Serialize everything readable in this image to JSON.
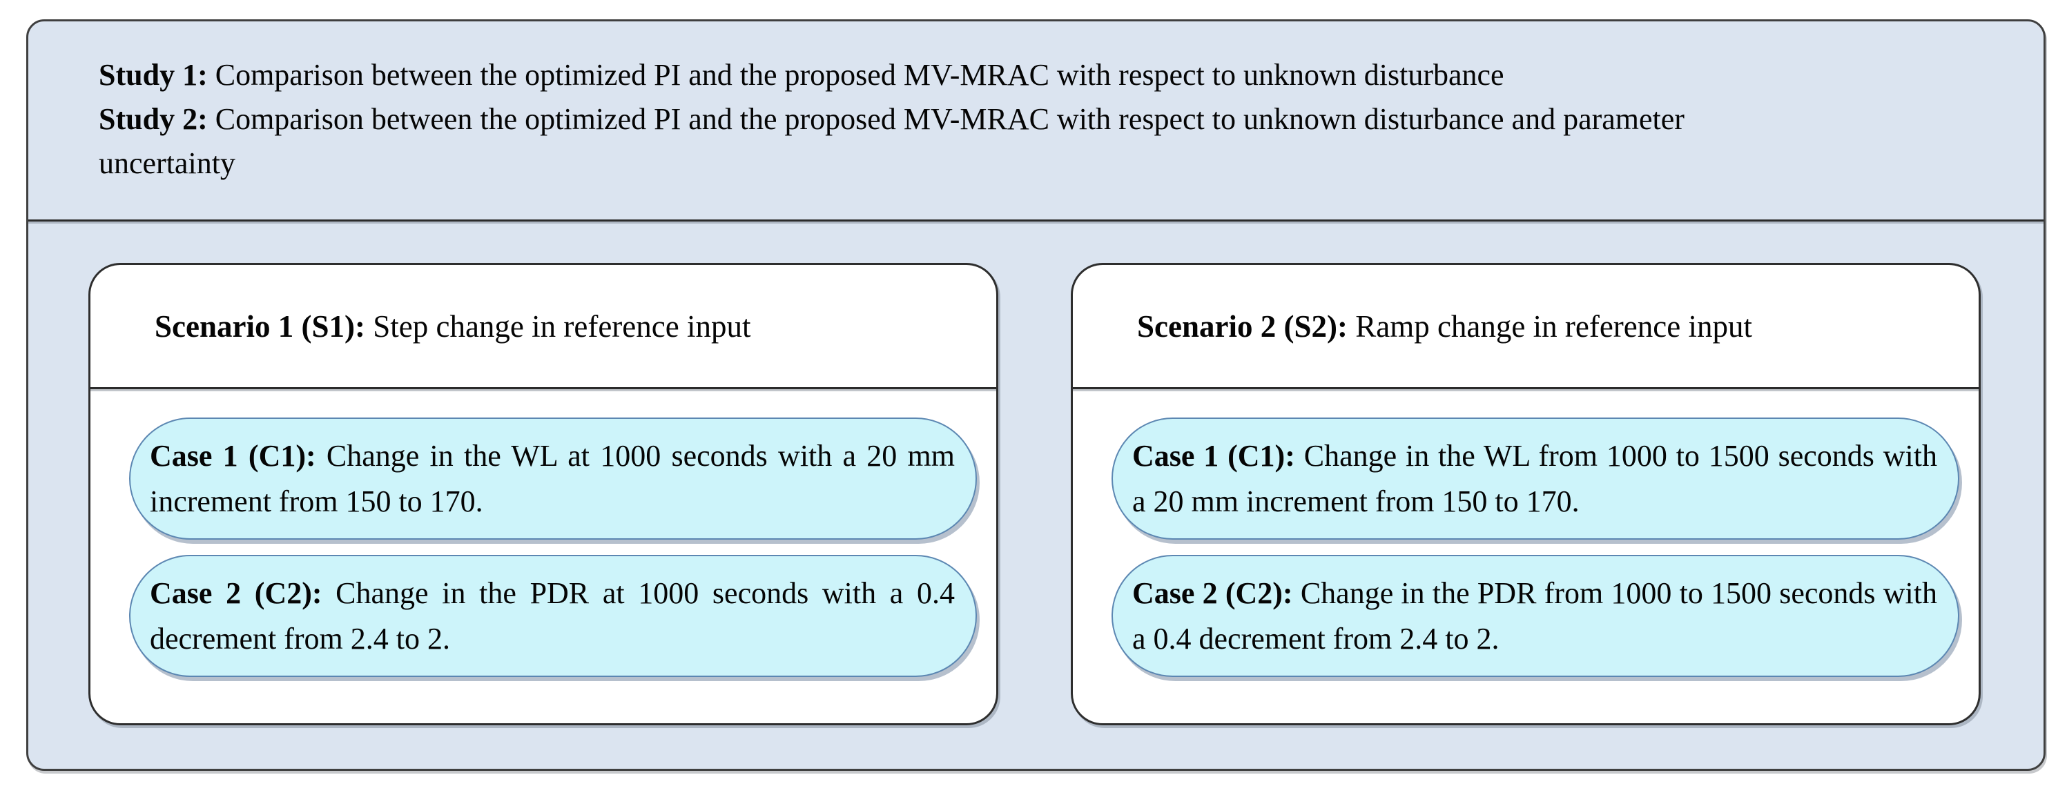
{
  "header": {
    "study1_label": "Study 1:",
    "study1_text": "Comparison between the optimized PI and the proposed MV-MRAC with respect to unknown disturbance",
    "study2_label": "Study 2:",
    "study2_text": "Comparison between the optimized PI and the proposed MV-MRAC with respect to unknown disturbance and parameter uncertainty"
  },
  "scenarios": [
    {
      "title_label": "Scenario 1 (S1):",
      "title_text": "Step change in reference input",
      "cases": [
        {
          "label": "Case 1 (C1):",
          "text": "Change in the WL at 1000 seconds with a 20 mm increment from 150 to 170."
        },
        {
          "label": "Case 2 (C2):",
          "text": "Change in the PDR at 1000 seconds with a 0.4 decrement from 2.4 to 2."
        }
      ]
    },
    {
      "title_label": "Scenario 2 (S2):",
      "title_text": "Ramp change in reference input",
      "cases": [
        {
          "label": "Case 1 (C1):",
          "text": "Change in the WL from 1000 to 1500 seconds with a 20 mm increment from 150 to 170."
        },
        {
          "label": "Case 2 (C2):",
          "text": "Change in the PDR from 1000 to 1500 seconds with a 0.4 decrement from 2.4 to 2."
        }
      ]
    }
  ],
  "colors": {
    "outer_bg": "#dbe4f0",
    "outer_border": "#3f3f3f",
    "panel_bg": "#ffffff",
    "panel_border": "#2e2e2e",
    "divider": "#2b2b2b",
    "case_bg": "#cdf4fa",
    "case_border": "#5c87b2",
    "text": "#050505"
  }
}
